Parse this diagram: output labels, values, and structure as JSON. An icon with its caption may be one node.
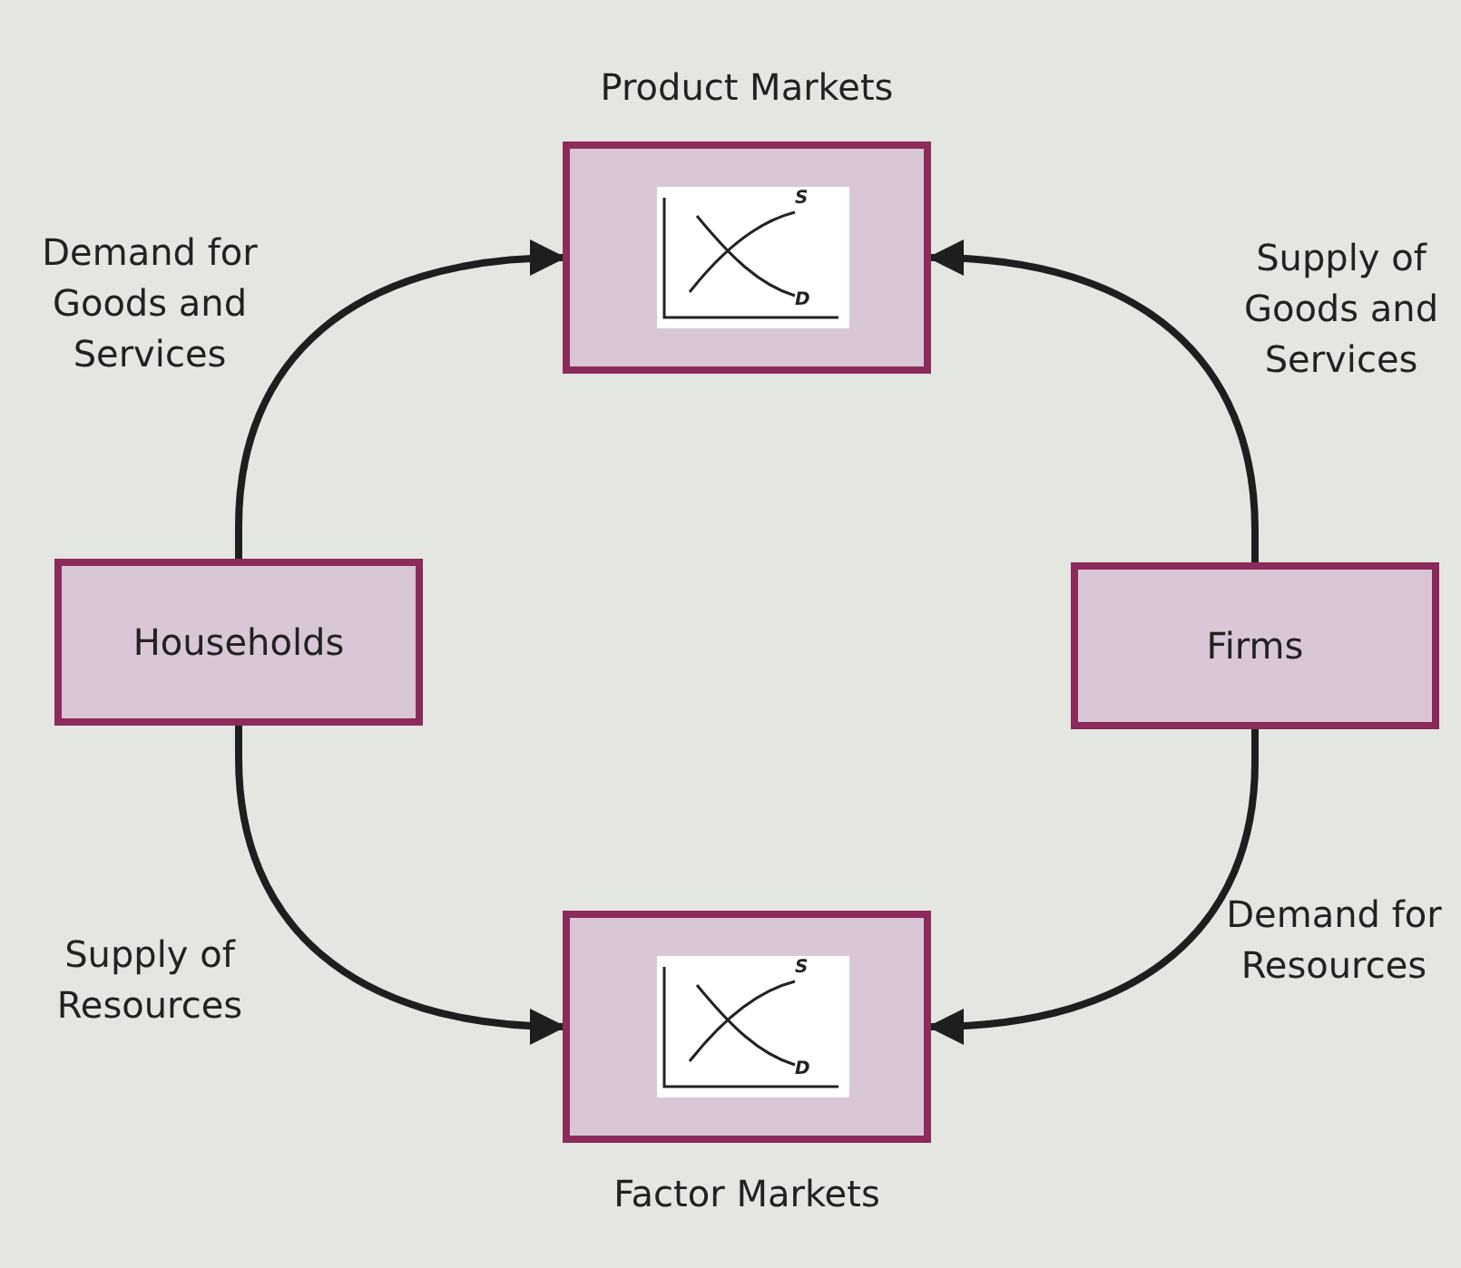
{
  "diagram": {
    "nodes": [
      {
        "text": [
          "Product Markets",
          "S",
          "D"
        ]
      },
      {
        "text": [
          "Households"
        ]
      },
      {
        "text": [
          "Firms"
        ]
      },
      {
        "text": [
          "S",
          "D",
          "Factor Markets"
        ]
      }
    ],
    "edges": [
      {
        "from": 1,
        "to": 0,
        "arrow": "to",
        "label": "Demand for Goods and Services"
      },
      {
        "from": 2,
        "to": 0,
        "arrow": "to",
        "label": "Supply of Goods and Services"
      },
      {
        "from": 1,
        "to": 3,
        "arrow": "to",
        "label": "Supply of Resources"
      },
      {
        "from": 2,
        "to": 3,
        "arrow": "to",
        "label": "Demand for Resources"
      }
    ]
  }
}
